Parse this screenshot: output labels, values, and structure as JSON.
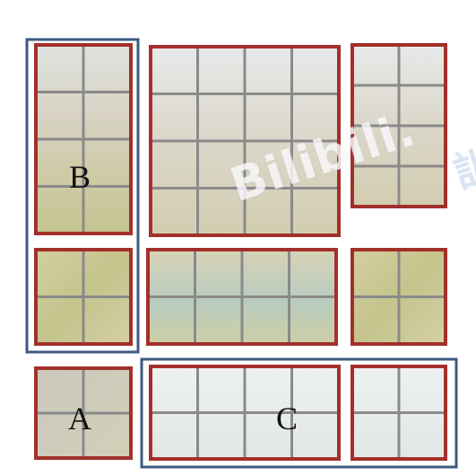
{
  "labels": {
    "a": "A",
    "b": "B",
    "c": "C"
  },
  "watermark": "Bilibili.",
  "colors": {
    "window_frame": "#a3302a",
    "muntin": "#8a8a8a",
    "group_outline": "#3d5a80",
    "glass_bright": "#e9eef0",
    "glass_stone": "#d3d0c4",
    "glass_foliage": "#c7c49a",
    "glass_water": "#b6c7b8"
  }
}
